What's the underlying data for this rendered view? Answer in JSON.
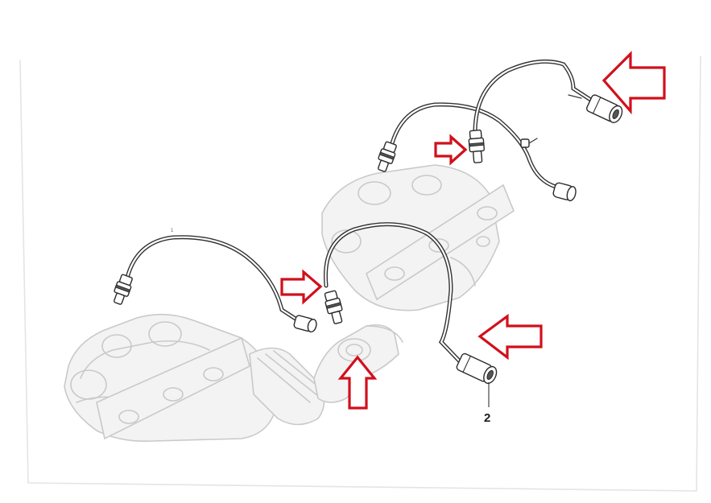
{
  "diagram": {
    "callouts": [
      {
        "id": "oxygen-sensor-callout",
        "label": "2"
      }
    ],
    "colors": {
      "highlight_arrow": "#d1101c",
      "background": "#ffffff",
      "ghosted_parts": "#c9c9c9",
      "line_art": "#2a2a2a"
    },
    "highlight_arrow_count": 5
  }
}
